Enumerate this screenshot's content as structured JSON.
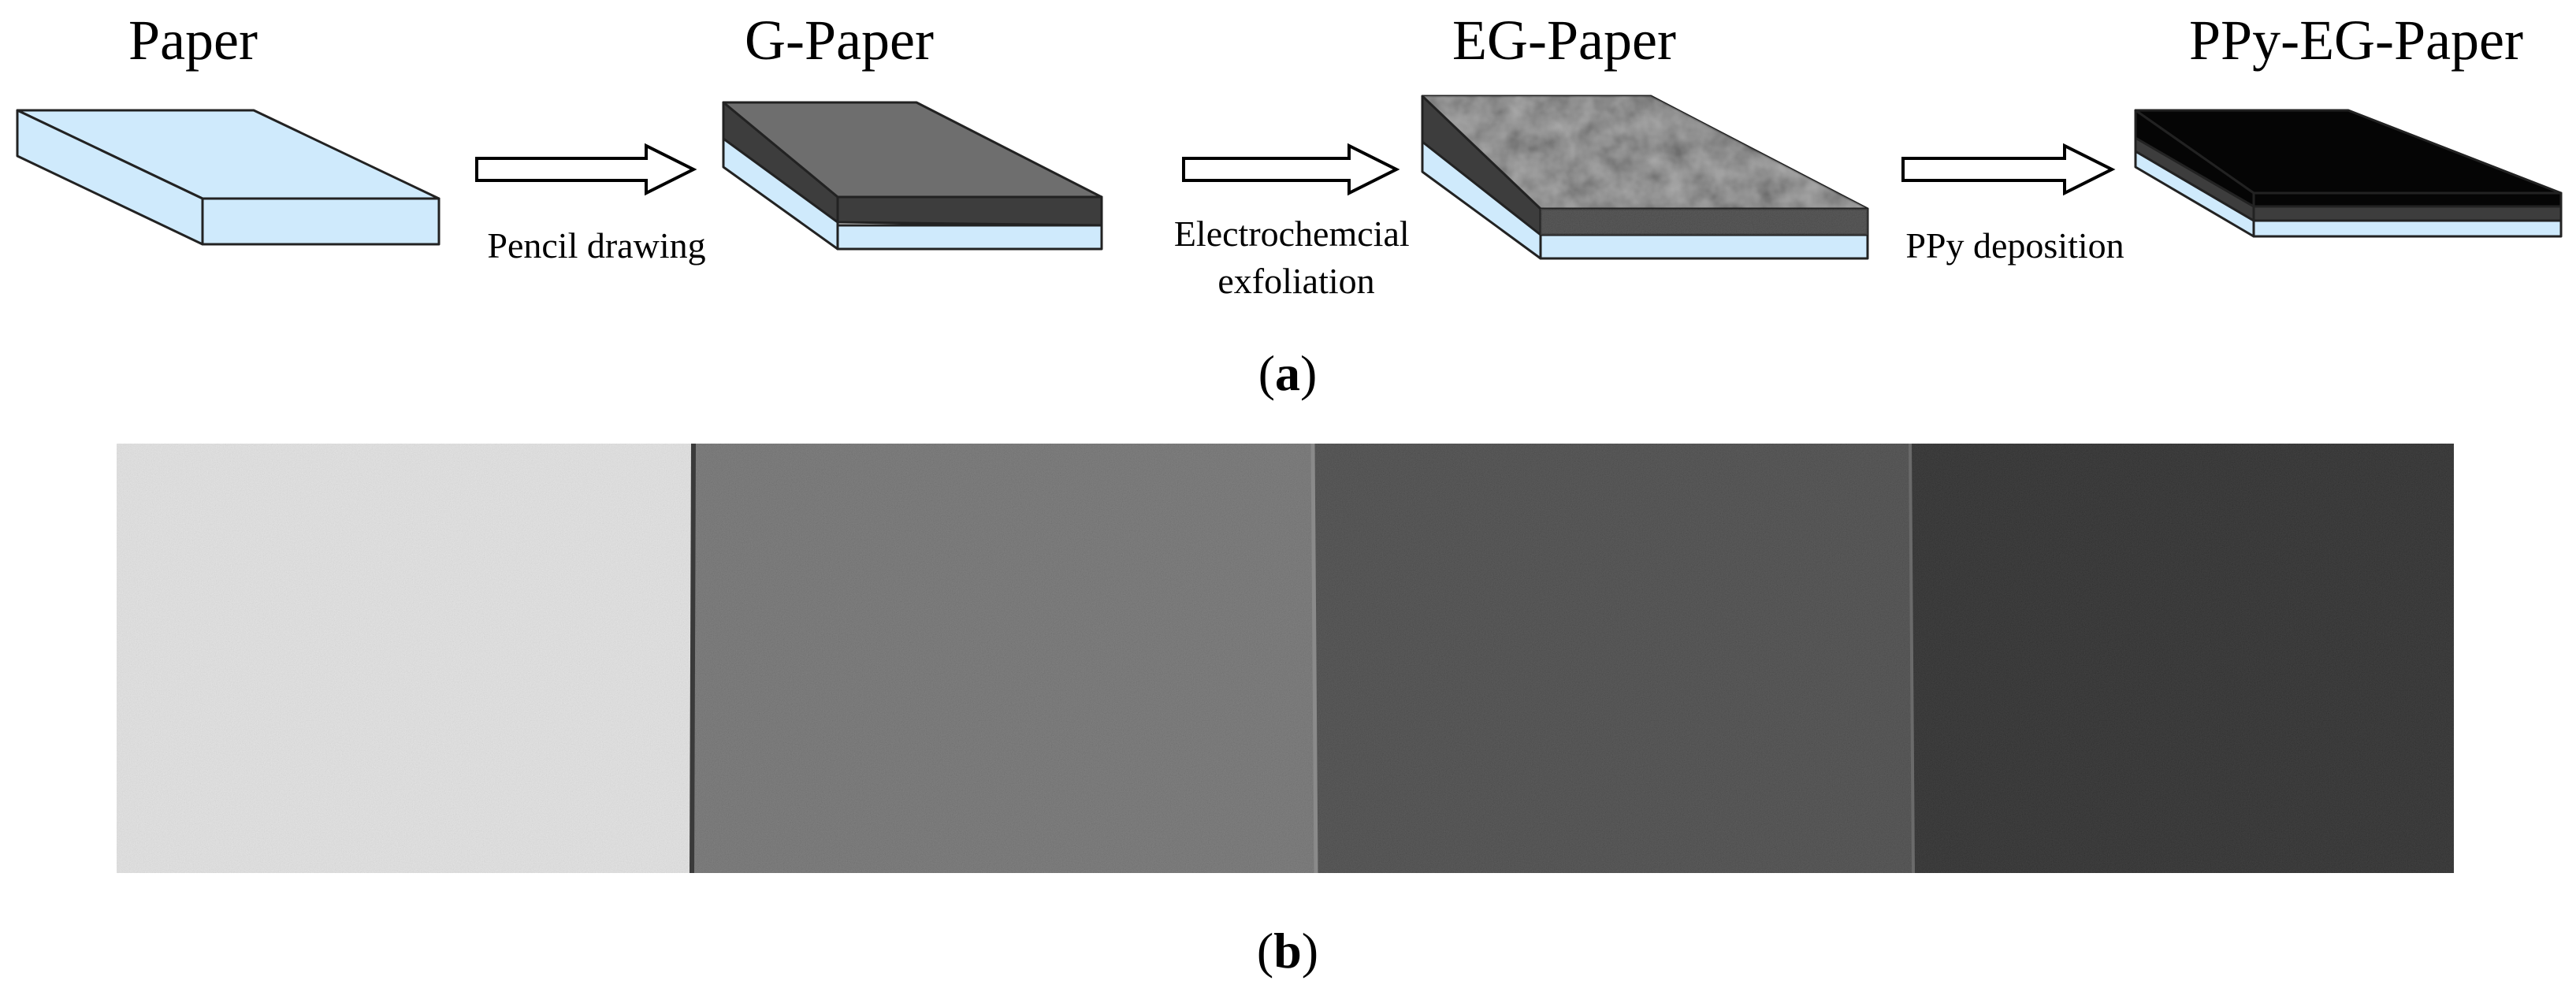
{
  "stages": [
    {
      "title": "Paper"
    },
    {
      "title": "G-Paper"
    },
    {
      "title": "EG-Paper"
    },
    {
      "title": "PPy-EG-Paper"
    }
  ],
  "steps": [
    {
      "label_lines": [
        "Pencil drawing"
      ]
    },
    {
      "label_lines": [
        "Electrochemcial",
        "exfoliation"
      ]
    },
    {
      "label_lines": [
        "PPy deposition"
      ]
    }
  ],
  "panels": {
    "a": {
      "open": "(",
      "letter": "a",
      "close": ")"
    },
    "b": {
      "open": "(",
      "letter": "b",
      "close": ")"
    }
  },
  "colors": {
    "paper_blue": "#cfeafc",
    "graphite": "#6e6e6e",
    "graphite_edge": "#3d3d3d",
    "exfoliated": "#5a5a5a",
    "ppy": "#050505",
    "photo_paper": "#e3e3e3",
    "photo_g": "#6b6b6b",
    "photo_eg": "#3f3f3f",
    "photo_ppy": "#1f1f1f"
  }
}
